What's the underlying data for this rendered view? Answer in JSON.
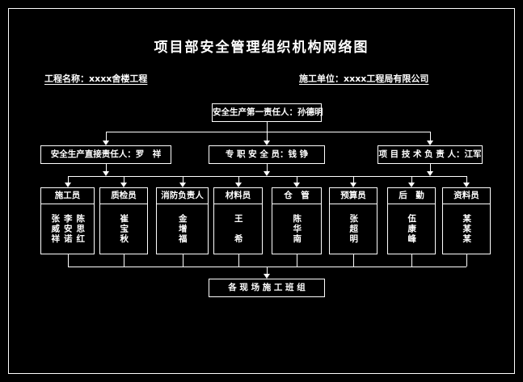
{
  "header": {
    "title": "项目部安全管理组织机构网络图",
    "project": {
      "label": "工程名称：",
      "value": "xxxx舍楼工程"
    },
    "contractor": {
      "label": "施工单位：",
      "value": "xxxx工程局有限公司"
    }
  },
  "chart": {
    "top": {
      "label": "安全生产第一责任人：孙德明"
    },
    "level2": [
      {
        "label": "安全生产直接责任人：罗　祥"
      },
      {
        "label": "专 职 安 全 员：钱 铮"
      },
      {
        "label": "项 目 技 术 负 责 人：江军"
      }
    ],
    "level3": [
      {
        "title": "施工员",
        "names": [
          "张威祥",
          "李安诺",
          "陈思红"
        ]
      },
      {
        "title": "质检员",
        "names": [
          "崔宝秋"
        ]
      },
      {
        "title": "消防负责人",
        "names": [
          "金增福"
        ]
      },
      {
        "title": "材料员",
        "names": [
          "王　希"
        ]
      },
      {
        "title": "仓　管",
        "names": [
          "陈华南"
        ]
      },
      {
        "title": "预算员",
        "names": [
          "张超明"
        ]
      },
      {
        "title": "后　勤",
        "names": [
          "伍康峰"
        ]
      },
      {
        "title": "资料员",
        "names": [
          "某某某"
        ]
      }
    ],
    "bottom": {
      "label": "各 现 场 施 工 班 组"
    }
  },
  "colors": {
    "background": "#000000",
    "line": "#ffffff",
    "text": "#ffffff"
  }
}
